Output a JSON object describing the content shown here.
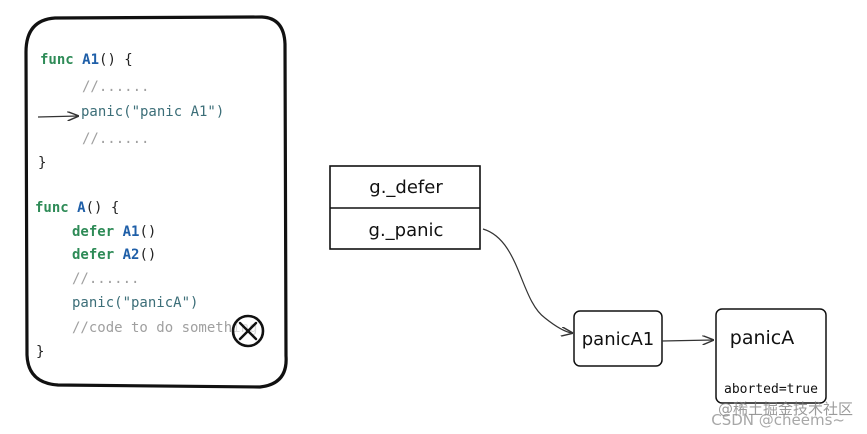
{
  "code": {
    "a1_keyword": "func",
    "a1_name": "A1",
    "a1_sig_rest": "() {",
    "a1_comment1": "//......",
    "a1_panic": "panic(\"panic A1\")",
    "a1_comment2": "//......",
    "a1_close": "}",
    "a_keyword": "func",
    "a_name": "A",
    "a_sig_rest": "() {",
    "defer1_kw": "defer",
    "defer1_name": "A1",
    "defer1_rest": "()",
    "defer2_kw": "defer",
    "defer2_name": "A2",
    "defer2_rest": "()",
    "a_comment": "//......",
    "a_panic": "panic(\"panicA\")",
    "a_code_comment": "//code to do something",
    "a_close": "}"
  },
  "g_struct": {
    "defer_field": "g._defer",
    "panic_field": "g._panic"
  },
  "panic_a1": {
    "label": "panicA1"
  },
  "panic_a": {
    "label": "panicA",
    "aborted": "aborted=true"
  },
  "watermark": {
    "line1": "@稀土掘金技术社区",
    "line2": "CSDN @cheems~"
  },
  "colors": {
    "keyword": "#2e8b57",
    "funcname": "#1f5fa8",
    "text": "#222222",
    "comment": "#a0a0a0",
    "panic": "#3c6e78"
  }
}
